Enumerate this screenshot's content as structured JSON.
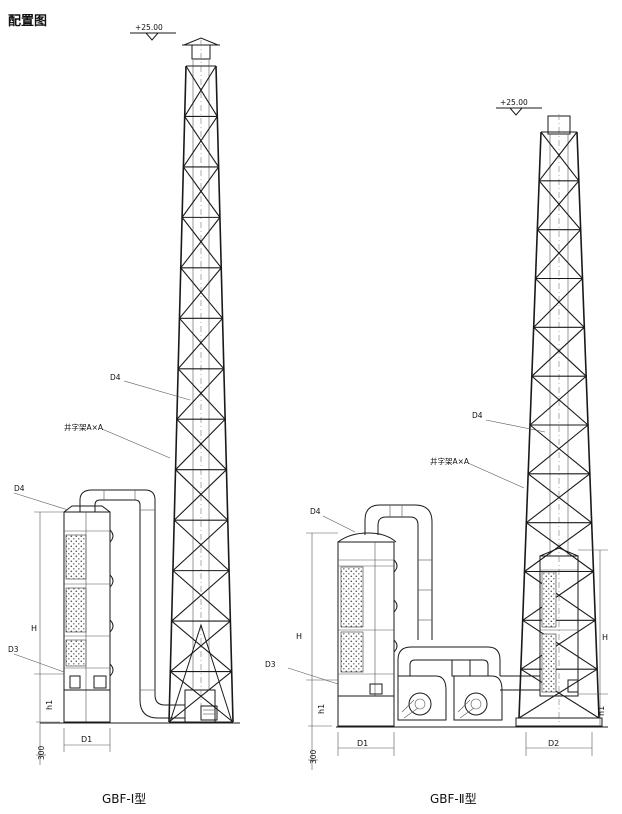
{
  "title": "配置图",
  "left": {
    "elevation": "+25.00",
    "labels": {
      "d4_stack": "D4",
      "frame": "井字架A×A",
      "d4_tower": "D4",
      "d3": "D3"
    },
    "dims": {
      "h": "H",
      "h1": "h1",
      "d1": "D1",
      "base": "300"
    },
    "caption": "GBF-Ⅰ型"
  },
  "right": {
    "elevation": "+25.00",
    "labels": {
      "d4_stack": "D4",
      "frame": "井字架A×A",
      "d4_tower": "D4",
      "d3": "D3"
    },
    "dims": {
      "h_tower": "H",
      "h1_tower": "h1",
      "h_stack": "H",
      "h1_stack": "h1",
      "d1": "D1",
      "d2": "D2",
      "base": "300"
    },
    "caption": "GBF-Ⅱ型"
  }
}
